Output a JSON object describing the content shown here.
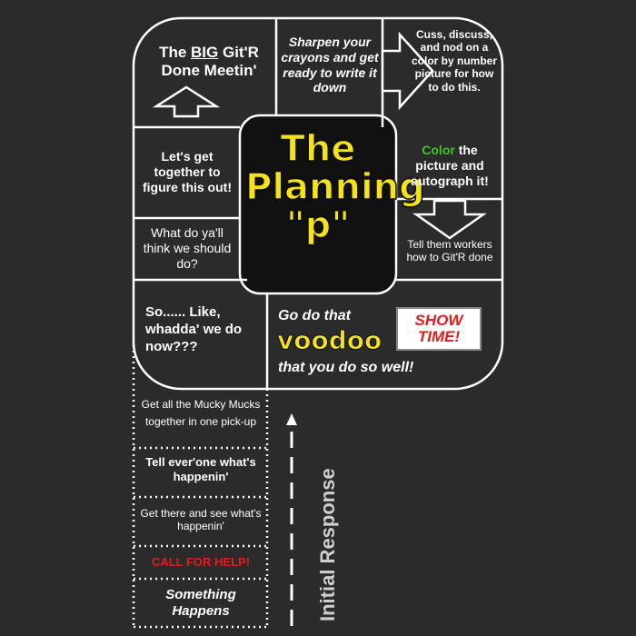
{
  "title": {
    "line1": "The",
    "line2": "Planning",
    "line3": "\"p\""
  },
  "cells": {
    "big_meeting_prefix": "The ",
    "big_meeting_big": "BIG",
    "big_meeting_suffix": " Git'R",
    "big_meeting_line2": "Done Meetin'",
    "sharpen": "Sharpen your crayons and get ready to write it down",
    "cuss": "Cuss, discuss, and nod on a color by number picture for how to do this.",
    "lets_get": "Let's get together to figure this out!",
    "color_word": "Color",
    "color_rest": " the picture and autograph it!",
    "what_do": "What do ya'll think we should do?",
    "tell_them": "Tell them workers how to Git'R done",
    "so_like": "So...... Like, whadda' we do now???",
    "go_do": "Go do that",
    "voodoo": "voodoo",
    "that_you": "that you do so well!",
    "show_time": "SHOW TIME!"
  },
  "ladder": {
    "mucky": "Get all the Mucky Mucks together in one pick-up",
    "tell": "Tell ever'one what's happenin'",
    "get_there": "Get there and see what's happenin'",
    "call": "CALL FOR HELP!",
    "something": "Something Happens"
  },
  "initial_response": "Initial Response",
  "colors": {
    "background": "#2b2b2b",
    "lines": "#ffffff",
    "title_yellow": "#f4e21b",
    "color_green": "#3ec42a",
    "alert_red": "#e41c1c"
  }
}
